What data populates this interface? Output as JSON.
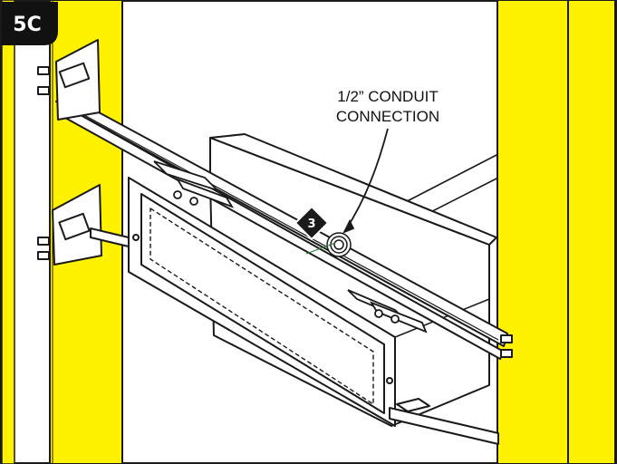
{
  "figure": {
    "step_label": "5C",
    "callout": {
      "line1": "1/2” CONDUIT",
      "line2": "CONNECTION"
    },
    "badge_number": "3"
  },
  "colors": {
    "stud_yellow": "#fff200",
    "outline": "#1a1a1a",
    "label_box": "#111111"
  }
}
